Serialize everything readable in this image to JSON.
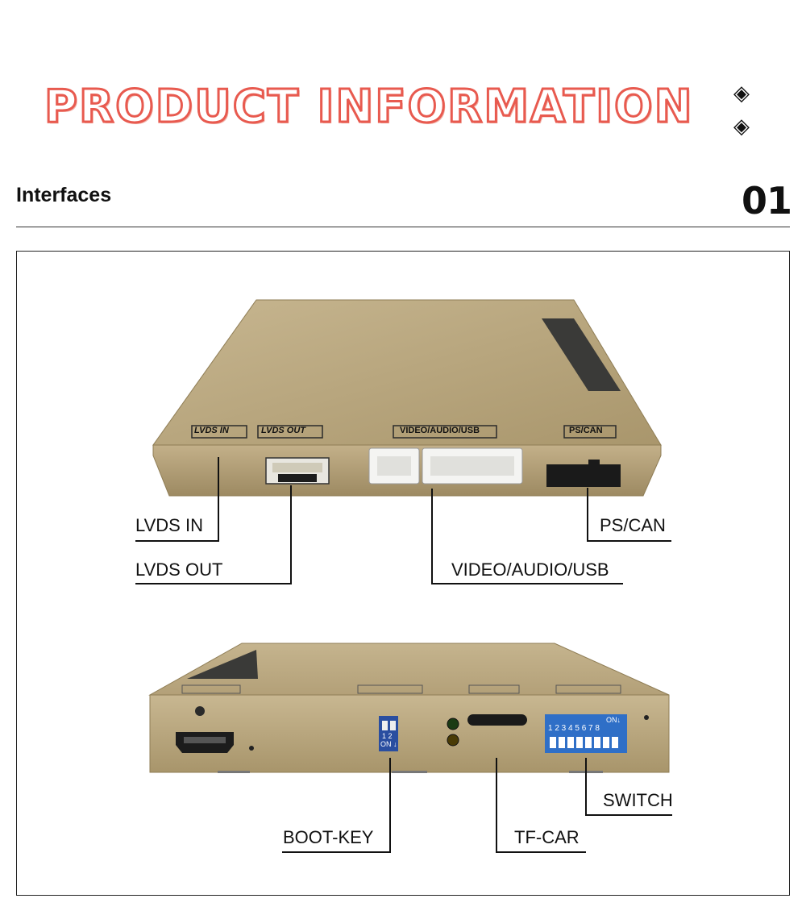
{
  "header": {
    "title": "PRODUCT INFORMATION"
  },
  "section": {
    "label": "Interfaces",
    "number": "01"
  },
  "device_top": {
    "labels": {
      "lvds_in": "LVDS IN",
      "lvds_out": "LVDS OUT",
      "video_audio_usb": "VIDEO/AUDIO/USB",
      "ps_can": "PS/CAN"
    },
    "callouts": {
      "lvds_in": "LVDS IN",
      "lvds_out": "LVDS OUT",
      "video_audio_usb": "VIDEO/AUDIO/USB",
      "ps_can": "PS/CAN"
    }
  },
  "device_bottom": {
    "labels": {
      "boot_key": "BOOT-KEY",
      "tf_car": "TF-CAR",
      "switch": "SWITCH",
      "dip_small": "1 2",
      "dip_small_on": "ON ↓",
      "dip_large": "1 2 3 4 5 6 7 8",
      "dip_large_on": "ON↓"
    },
    "callouts": {
      "boot_key": "BOOT-KEY",
      "tf_car": "TF-CAR",
      "switch": "SWITCH"
    }
  },
  "colors": {
    "title_stroke": "#e85a4f",
    "device_body": "#b9a57a"
  }
}
